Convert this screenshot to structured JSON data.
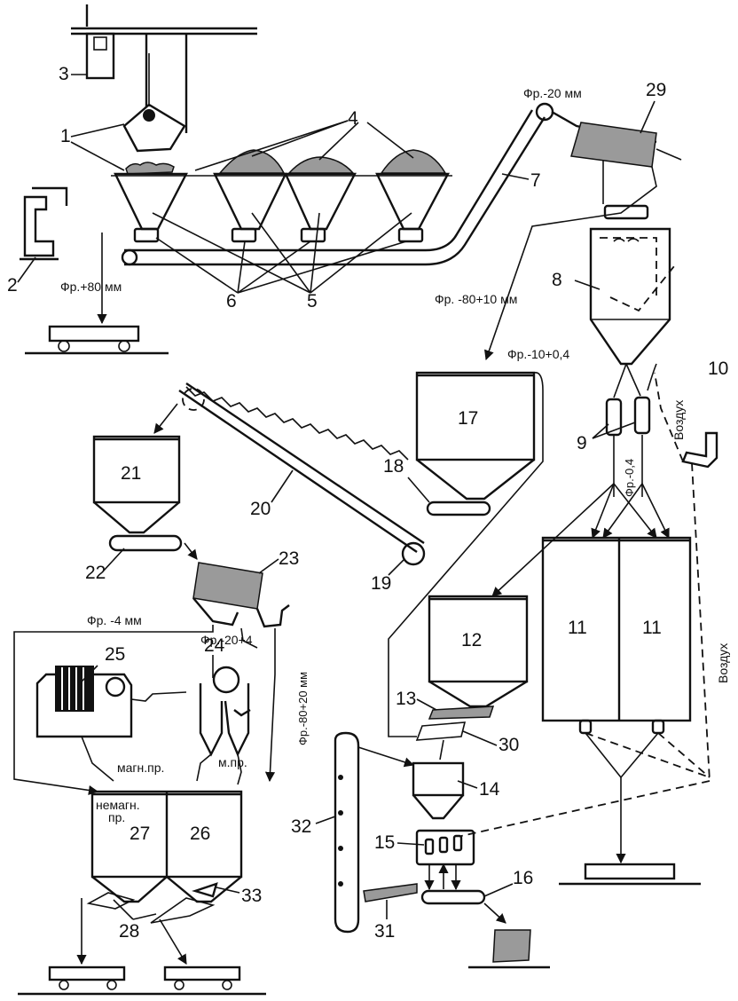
{
  "numbers": {
    "n1": "1",
    "n2": "2",
    "n3": "3",
    "n4": "4",
    "n5": "5",
    "n6": "6",
    "n7": "7",
    "n8": "8",
    "n9": "9",
    "n10": "10",
    "n11a": "11",
    "n11b": "11",
    "n12": "12",
    "n13": "13",
    "n14": "14",
    "n15": "15",
    "n16": "16",
    "n17": "17",
    "n18": "18",
    "n19": "19",
    "n20": "20",
    "n21": "21",
    "n22": "22",
    "n23": "23",
    "n24": "24",
    "n25": "25",
    "n26": "26",
    "n27": "27",
    "n28": "28",
    "n29": "29",
    "n30": "30",
    "n31": "31",
    "n32": "32",
    "n33": "33"
  },
  "fractions": {
    "plus80": "Фр.+80 мм",
    "minus20": "Фр.-20 мм",
    "minus80plus10": "Фр. -80+10 мм",
    "minus10plus04": "Фр.-10+0,4",
    "minus04": "Фр.-0,4",
    "minus4": "Фр. -4 мм",
    "minus20plus4": "Фр.-20+4",
    "minus80plus20": "Фр.-80+20 мм"
  },
  "air": {
    "label1": "Воздух",
    "label2": "Воздух"
  },
  "products": {
    "magnetic": "магн.пр.",
    "magnetic_short": "м.пр.",
    "nonmag_line1": "немагн.",
    "nonmag_line2": "пр."
  }
}
